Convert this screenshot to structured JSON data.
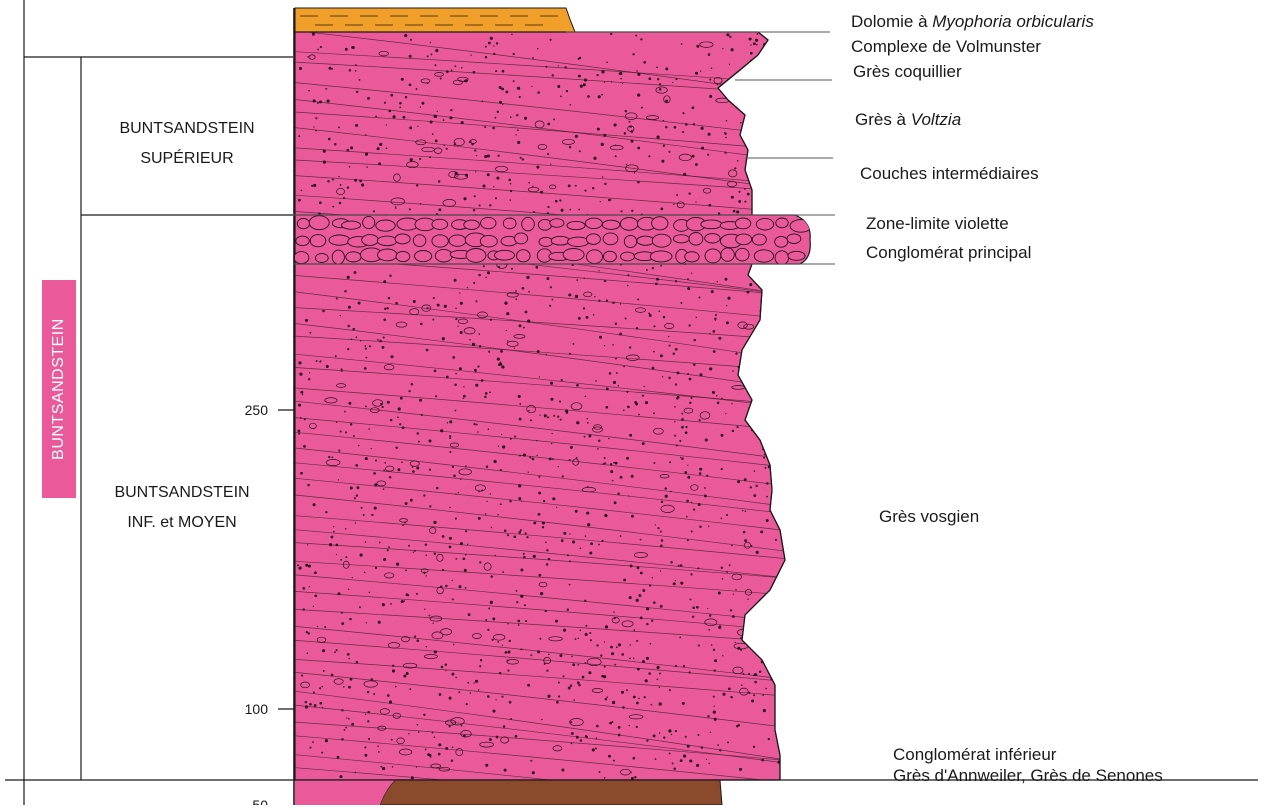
{
  "column": {
    "group_label": "BUNTSANDSTEIN",
    "subdivisions": [
      {
        "line1": "BUNTSANDSTEIN",
        "line2": "SUPÉRIEUR"
      },
      {
        "line1": "BUNTSANDSTEIN",
        "line2": "INF. et MOYEN"
      }
    ],
    "depth_ticks": [
      "250",
      "100",
      "50"
    ]
  },
  "units": [
    {
      "pre": "Dolomie à ",
      "italic": "Myophoria orbicularis",
      "post": ""
    },
    {
      "pre": "Complexe de Volmunster",
      "italic": "",
      "post": ""
    },
    {
      "pre": "Grès coquillier",
      "italic": "",
      "post": ""
    },
    {
      "pre": "Grès à ",
      "italic": "Voltzia",
      "post": ""
    },
    {
      "pre": "Couches intermédiaires",
      "italic": "",
      "post": ""
    },
    {
      "pre": "Zone-limite violette",
      "italic": "",
      "post": ""
    },
    {
      "pre": "Conglomérat principal",
      "italic": "",
      "post": ""
    },
    {
      "pre": "Grès vosgien",
      "italic": "",
      "post": ""
    },
    {
      "pre": "Conglomérat inférieur",
      "italic": "",
      "post": ""
    },
    {
      "pre": "Grès d'Annweiler, Grès de Senones",
      "italic": "",
      "post": ""
    }
  ],
  "colors": {
    "sandstone": "#ea5a9b",
    "dolomite": "#f0a02a",
    "basement": "#8b4a2b",
    "ink": "#1a1a1a"
  }
}
